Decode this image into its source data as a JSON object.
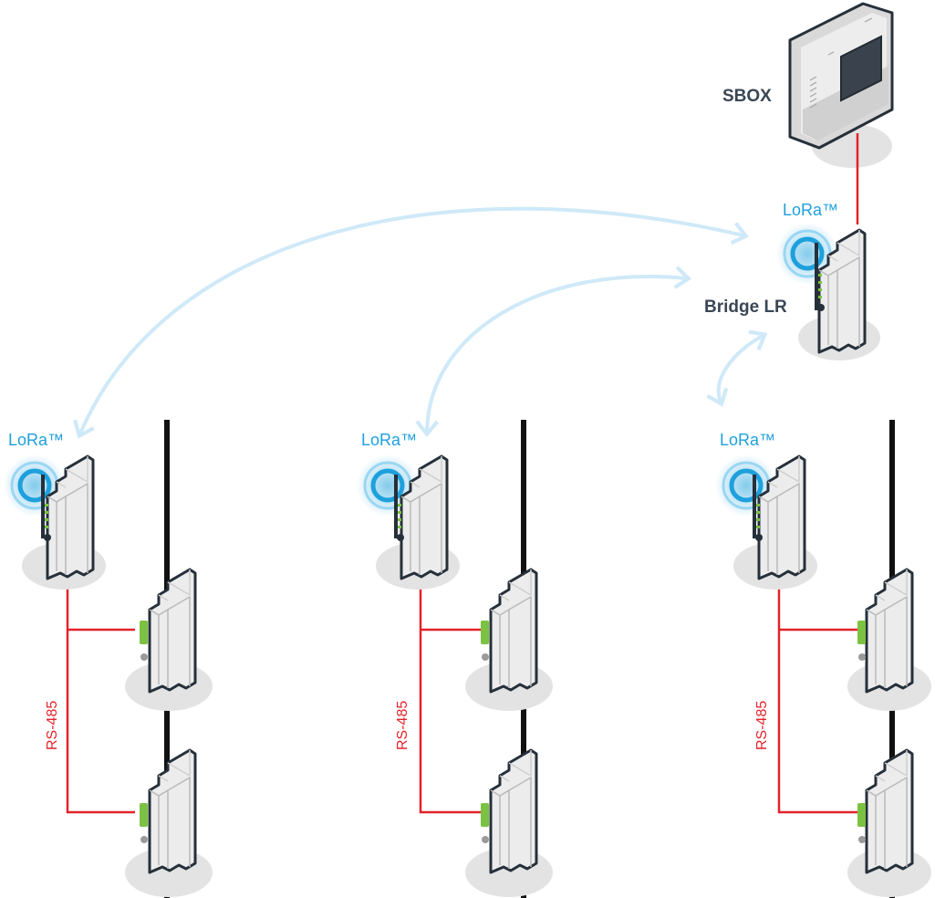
{
  "labels": {
    "sbox": "SBOX",
    "bridge": "Bridge LR",
    "bridge_lora": "LoRa™",
    "node1_lora": "LoRa™",
    "node2_lora": "LoRa™",
    "node3_lora": "LoRa™",
    "node1_bus": "RS-485",
    "node2_bus": "RS-485",
    "node3_bus": "RS-485"
  },
  "colors": {
    "lora_text": "#1ea0dc",
    "label_text": "#3a4654",
    "rs485_line": "#e3222b",
    "signal_arrow": "#cfe9f8",
    "backbone": "#111111",
    "device_body": "#ececec",
    "device_outline": "#26303a",
    "led_green": "#7cc242",
    "shadow": "#e3e3e3"
  }
}
